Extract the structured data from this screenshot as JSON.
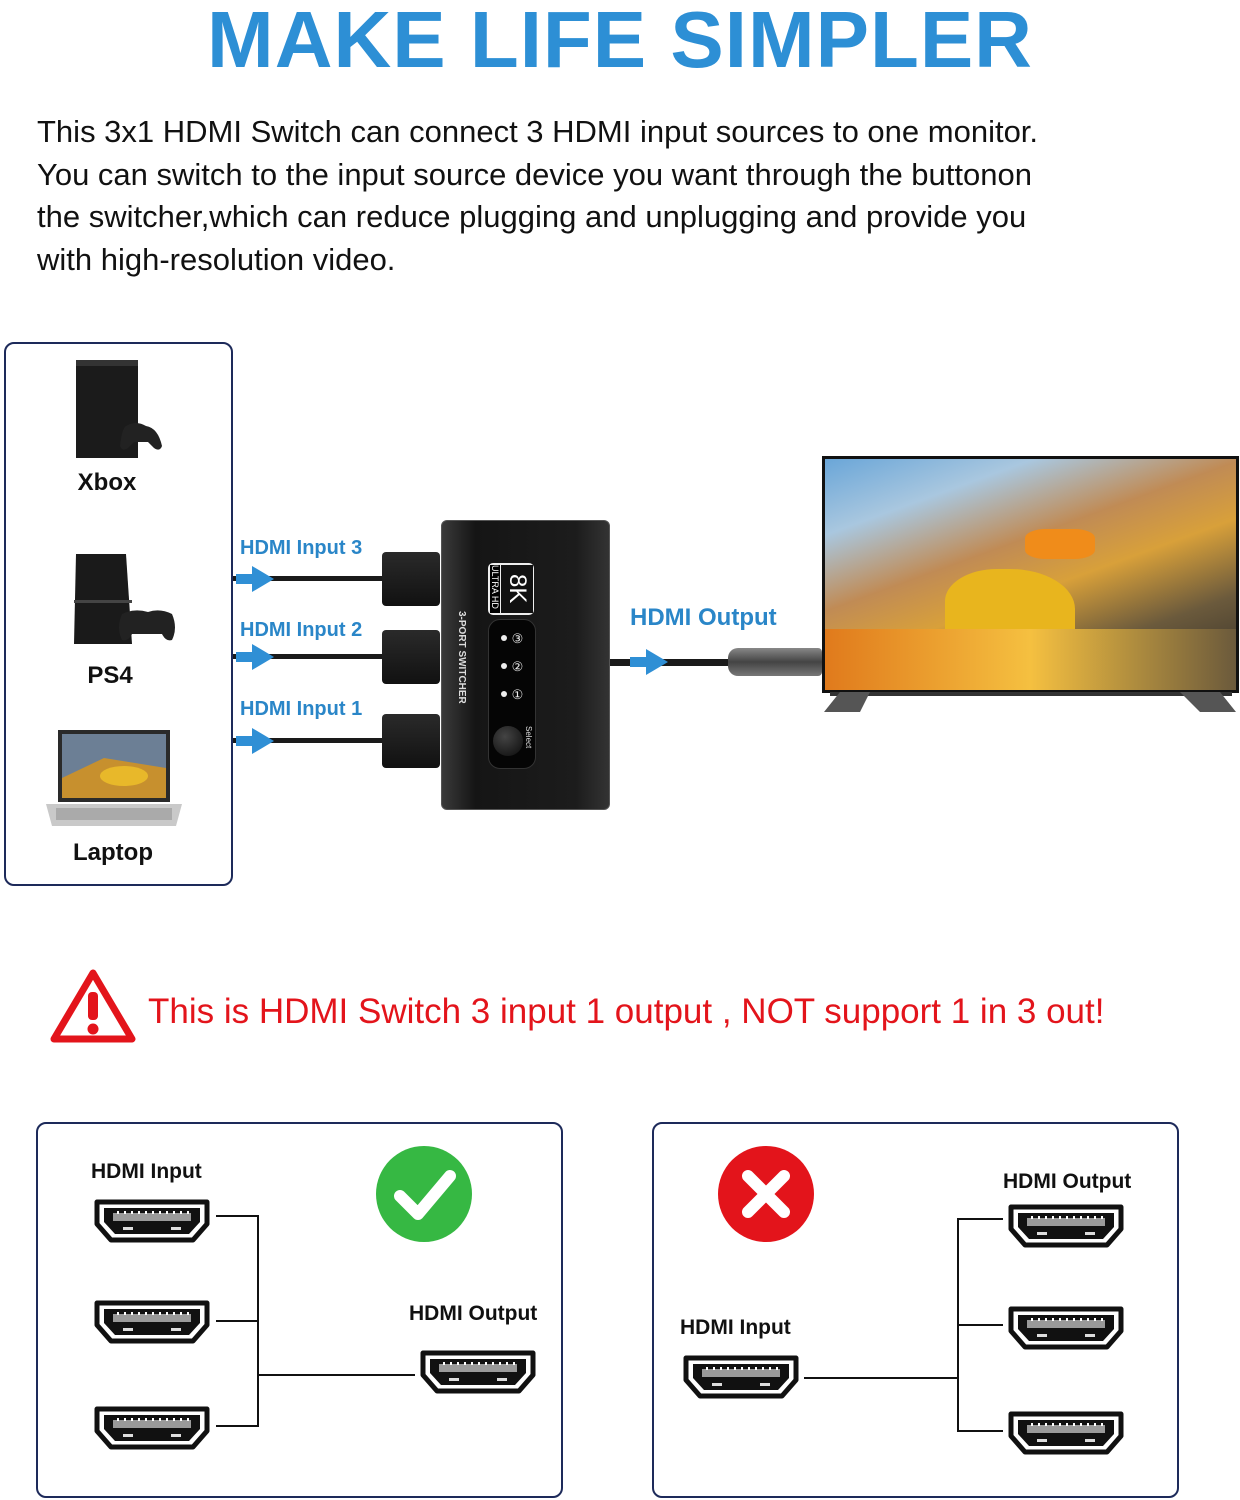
{
  "title": "MAKE LIFE SIMPLER",
  "description_lines": [
    "This 3x1 HDMI Switch can connect 3 HDMI input sources to one monitor.",
    "You can switch to the input source device you want through the buttonon",
    "the switcher,which can reduce plugging and unplugging and provide you",
    "with high-resolution video."
  ],
  "devices": [
    {
      "label": "Xbox"
    },
    {
      "label": "PS4"
    },
    {
      "label": "Laptop"
    }
  ],
  "inputs": [
    "HDMI Input 3",
    "HDMI Input 2",
    "HDMI Input 1"
  ],
  "switch": {
    "badge": "8K",
    "badge_sub": "ULTRA HD",
    "side_text": "3-PORT SWITCHER",
    "leds": [
      "③",
      "②",
      "①"
    ],
    "button": "Select"
  },
  "output_label": "HDMI Output",
  "warning": {
    "text": "This is HDMI Switch 3 input 1 output , NOT support 1 in 3 out!",
    "color": "#e3141b"
  },
  "correct": {
    "input_label": "HDMI Input",
    "output_label": "HDMI Output"
  },
  "wrong": {
    "input_label": "HDMI Input",
    "output_label": "HDMI Output"
  },
  "colors": {
    "accent": "#2d8fd5",
    "ok": "#36b843",
    "bad": "#e3141b"
  }
}
